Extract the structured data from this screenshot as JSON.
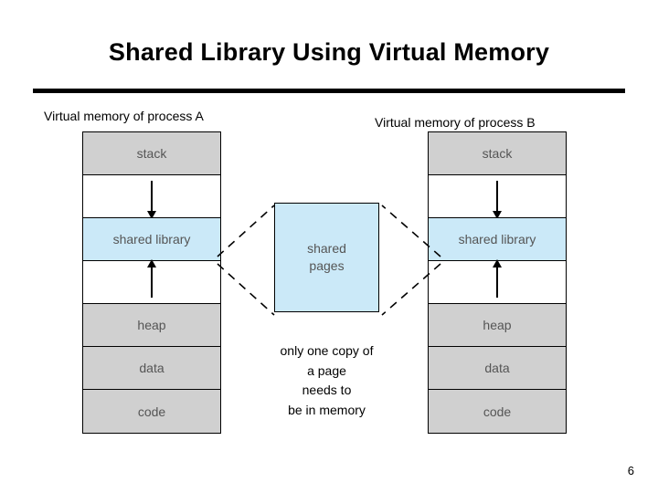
{
  "slide": {
    "title": "Shared Library Using Virtual Memory",
    "page_number": "6",
    "captions": {
      "process_a": "Virtual memory of process A",
      "process_b": "Virtual memory of process B"
    },
    "shared_box": {
      "line1": "shared",
      "line2": "pages"
    },
    "note": "only one copy of a page needs to be in memory",
    "note_lines": [
      "only one copy of",
      "a page",
      "needs to",
      "be in memory"
    ],
    "process_a_cells": [
      {
        "label": "stack",
        "fill": "gray",
        "arrow": "none"
      },
      {
        "label": "",
        "fill": "white",
        "arrow": "down"
      },
      {
        "label": "shared library",
        "fill": "blue",
        "arrow": "none"
      },
      {
        "label": "",
        "fill": "white",
        "arrow": "up"
      },
      {
        "label": "heap",
        "fill": "gray",
        "arrow": "none"
      },
      {
        "label": "data",
        "fill": "gray",
        "arrow": "none"
      },
      {
        "label": "code",
        "fill": "gray",
        "arrow": "none"
      }
    ],
    "process_b_cells": [
      {
        "label": "stack",
        "fill": "gray",
        "arrow": "none"
      },
      {
        "label": "",
        "fill": "white",
        "arrow": "down"
      },
      {
        "label": "shared library",
        "fill": "blue",
        "arrow": "none"
      },
      {
        "label": "",
        "fill": "white",
        "arrow": "up"
      },
      {
        "label": "heap",
        "fill": "gray",
        "arrow": "none"
      },
      {
        "label": "data",
        "fill": "gray",
        "arrow": "none"
      },
      {
        "label": "code",
        "fill": "gray",
        "arrow": "none"
      }
    ],
    "colors": {
      "shared_fill": "#cbe9f8",
      "segment_fill": "#d0d0d0",
      "text": "#555555",
      "rule": "#000000"
    }
  }
}
